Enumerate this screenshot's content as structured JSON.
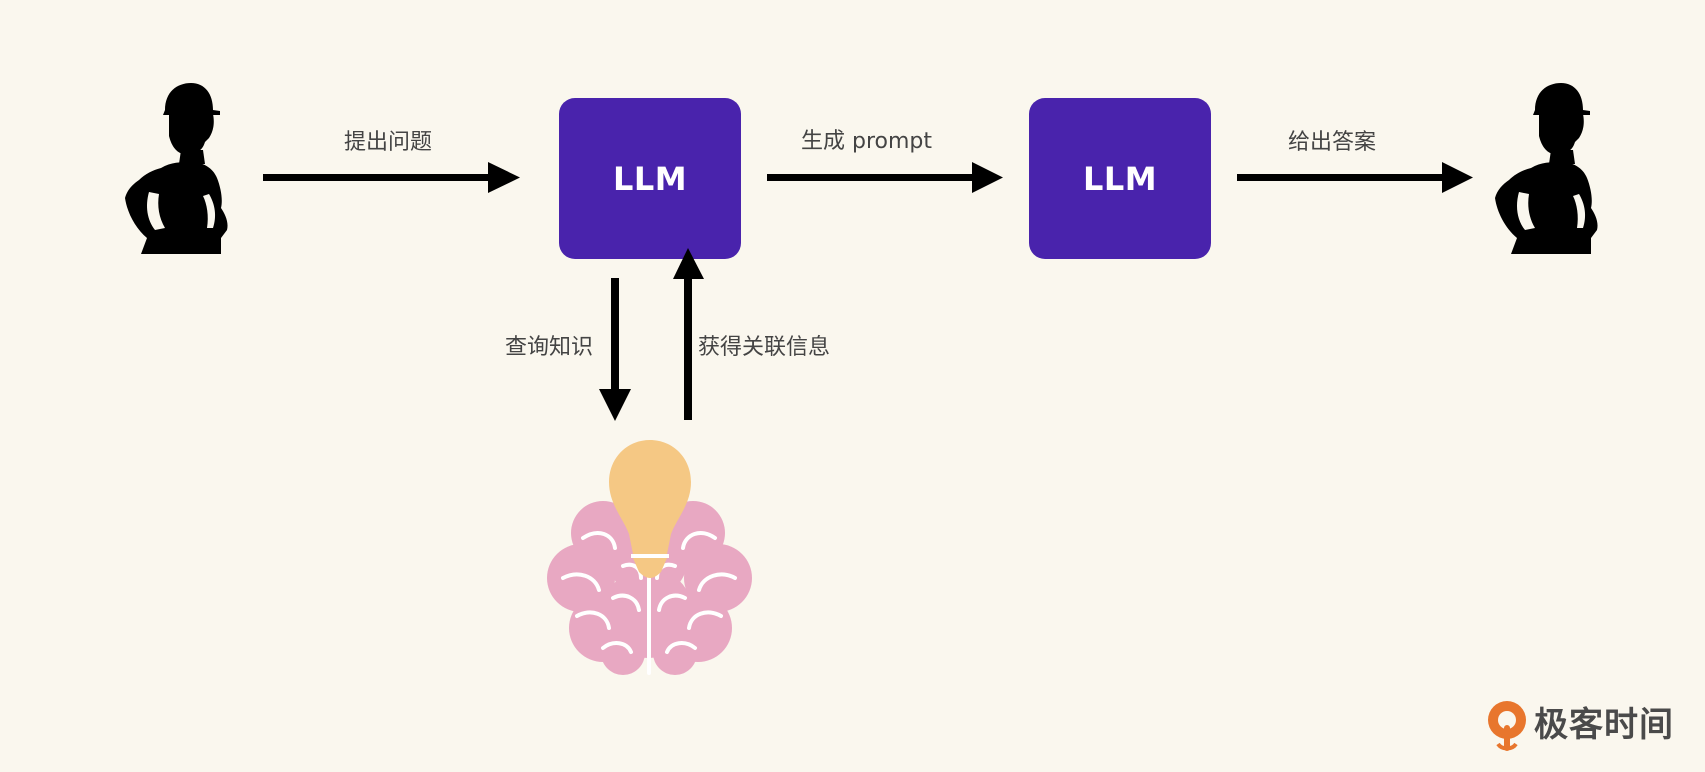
{
  "colors": {
    "background": "#FAF7EE",
    "llm_box": "#4923AC",
    "arrow": "#000000",
    "brain": "#E8A8C2",
    "bulb": "#F5C884",
    "logo_accent": "#E8762D"
  },
  "nodes": {
    "llm_retriever": "LLM",
    "llm_generator": "LLM"
  },
  "edges": {
    "ask_question": "提出问题",
    "generate_prompt": "生成 prompt",
    "give_answer": "给出答案",
    "query_knowledge": "查询知识",
    "get_related_info": "获得关联信息"
  },
  "icons": {
    "user_left": "person-silhouette-icon",
    "user_right": "person-silhouette-icon",
    "knowledge": "brain-lightbulb-icon",
    "logo": "geektime-logo-icon"
  },
  "brand": {
    "logo_text": "极客时间"
  }
}
